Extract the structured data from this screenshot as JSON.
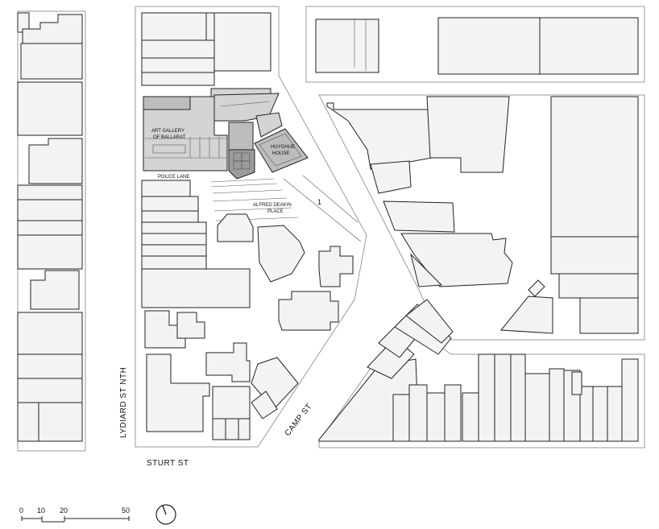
{
  "streets": {
    "lydiard": "LYDIARD ST NTH",
    "sturt": "STURT ST",
    "camp": "CAMP ST"
  },
  "places": {
    "art_gallery_line1": "ART GALLERY",
    "art_gallery_line2": "OF BALLARAT",
    "huyghue_line1": "HUYGHUE",
    "huyghue_line2": "HOUSE",
    "police_lane": "POLICE LANE",
    "alfred_deakin_line1": "ALFRED DEAKIN",
    "alfred_deakin_line2": "PLACE",
    "marker": "1"
  },
  "scale_bar": {
    "ticks": [
      "0",
      "10",
      "20",
      "50"
    ]
  },
  "icons": {
    "north_arrow": "north-arrow-icon"
  },
  "colors": {
    "building": "#f3f3f3",
    "gallery": "#d4d4d4",
    "feature": "#bdbdbd",
    "outline": "#222222"
  }
}
